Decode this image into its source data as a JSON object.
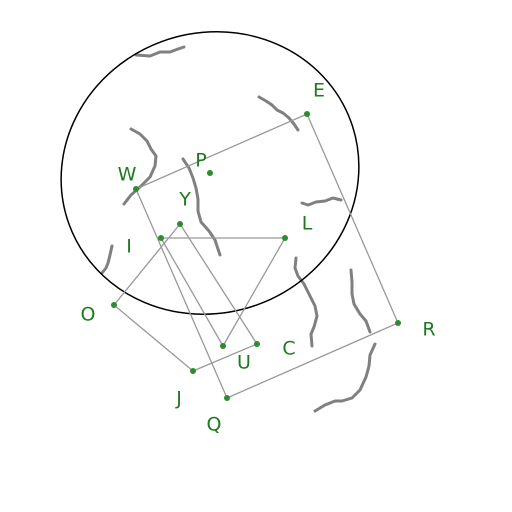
{
  "colors": {
    "label": "#1f7a1f",
    "point": "#2e8b2e",
    "segment": "#999999",
    "ellipse": "#000000",
    "stroke": "#808080",
    "background": "#ffffff"
  },
  "points": [
    {
      "id": "E",
      "label": "E"
    },
    {
      "id": "P",
      "label": "P"
    },
    {
      "id": "W",
      "label": "W"
    },
    {
      "id": "Y",
      "label": "Y"
    },
    {
      "id": "L",
      "label": "L"
    },
    {
      "id": "I",
      "label": "I"
    },
    {
      "id": "O",
      "label": "O"
    },
    {
      "id": "U",
      "label": "U"
    },
    {
      "id": "C",
      "label": "C"
    },
    {
      "id": "R",
      "label": "R"
    },
    {
      "id": "J",
      "label": "J"
    },
    {
      "id": "Q",
      "label": "Q"
    }
  ],
  "segments": [
    [
      "W",
      "E"
    ],
    [
      "E",
      "R"
    ],
    [
      "R",
      "Q"
    ],
    [
      "Q",
      "W"
    ],
    [
      "I",
      "L"
    ],
    [
      "L",
      "U"
    ],
    [
      "U",
      "I"
    ],
    [
      "Y",
      "C"
    ],
    [
      "C",
      "J"
    ],
    [
      "J",
      "O"
    ],
    [
      "O",
      "Y"
    ]
  ]
}
